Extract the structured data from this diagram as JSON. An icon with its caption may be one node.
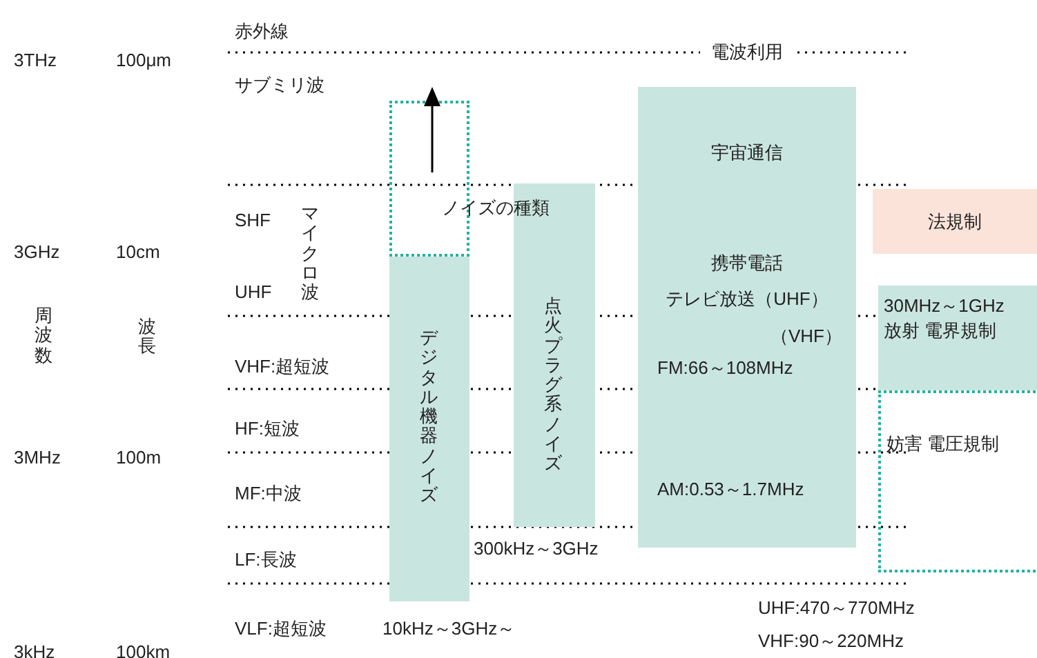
{
  "diagram": {
    "nodes": [
      {
        "text": [
          "デジタル機器ノイズ"
        ],
        "beside": [
          "10kHz～3GHz～"
        ]
      },
      {
        "text": [],
        "shape": "box"
      },
      {
        "text": [
          "点火プラグ系ノイズ"
        ],
        "beside": [
          "300kHz～3GHz"
        ]
      },
      {
        "text": [
          "電波利用",
          "宇宙通信",
          "携帯電話",
          "テレビ放送（UHF）",
          "（VHF）",
          "FM:66～108MHz",
          "AM:0.53～1.7MHz"
        ],
        "beside": [
          "UHF:470～770MHz",
          "VHF:90～220MHz"
        ]
      },
      {
        "text": [
          "法規制"
        ]
      },
      {
        "text": [
          "30MHz～1GHz",
          "放射 電界規制"
        ]
      },
      {
        "text": [
          "妨害 電圧規制"
        ]
      }
    ],
    "edges": [],
    "labels": [
      "赤外線",
      "3THz",
      "100μm",
      "サブミリ波",
      "ノイズの種類",
      "SHF",
      "マイクロ波",
      "3GHz",
      "10cm",
      "UHF",
      "周波数",
      "波長",
      "VHF:超短波",
      "HF:短波",
      "3MHz",
      "100m",
      "MF:中波",
      "LF:長波",
      "VLF:超短波",
      "3kHz",
      "100km"
    ]
  }
}
